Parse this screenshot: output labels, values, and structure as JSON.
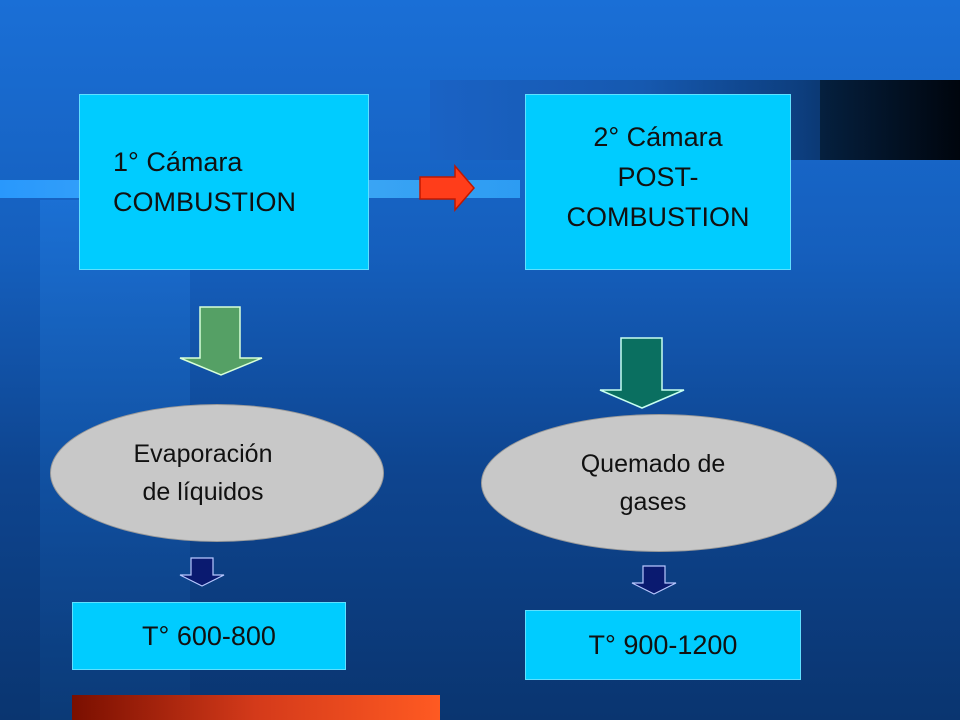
{
  "chamber1": {
    "line1": "1° Cámara",
    "line2": "COMBUSTION"
  },
  "chamber2": {
    "line1": "2° Cámara",
    "line2": "POST-",
    "line3": "COMBUSTION"
  },
  "process1": {
    "line1": "Evaporación",
    "line2": "de líquidos"
  },
  "process2": {
    "line1": "Quemado de",
    "line2": "gases"
  },
  "temp1": {
    "label": "T° 600-800"
  },
  "temp2": {
    "label": "T° 900-1200"
  },
  "colors": {
    "box": "#00ccff",
    "ellipse": "#c8c8c8",
    "arrow_connector": "#ff3d1a",
    "arrow_green": "#55a065",
    "arrow_teal": "#0a6f60",
    "arrow_navy": "#0a1a70"
  }
}
